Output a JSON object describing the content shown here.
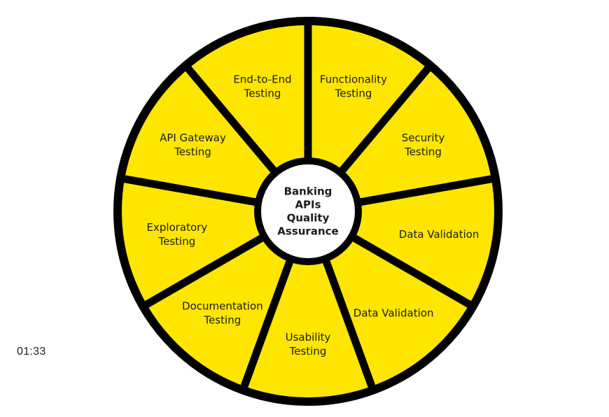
{
  "diagram": {
    "center_lines": [
      "Banking",
      "APIs",
      "Quality",
      "Assurance"
    ],
    "segments": [
      {
        "lines": [
          "Functionality",
          "Testing"
        ]
      },
      {
        "lines": [
          "Security",
          "Testing"
        ]
      },
      {
        "lines": [
          "Data Validation"
        ]
      },
      {
        "lines": [
          "Data Validation"
        ]
      },
      {
        "lines": [
          "Usability",
          "Testing"
        ]
      },
      {
        "lines": [
          "Documentation",
          "Testing"
        ]
      },
      {
        "lines": [
          "Exploratory",
          "Testing"
        ]
      },
      {
        "lines": [
          "API Gateway",
          "Testing"
        ]
      },
      {
        "lines": [
          "End-to-End",
          "Testing"
        ]
      }
    ],
    "colors": {
      "fill": "#ffe600",
      "stroke": "#000000",
      "center_fill": "#ffffff"
    }
  },
  "timestamp": "01:33"
}
